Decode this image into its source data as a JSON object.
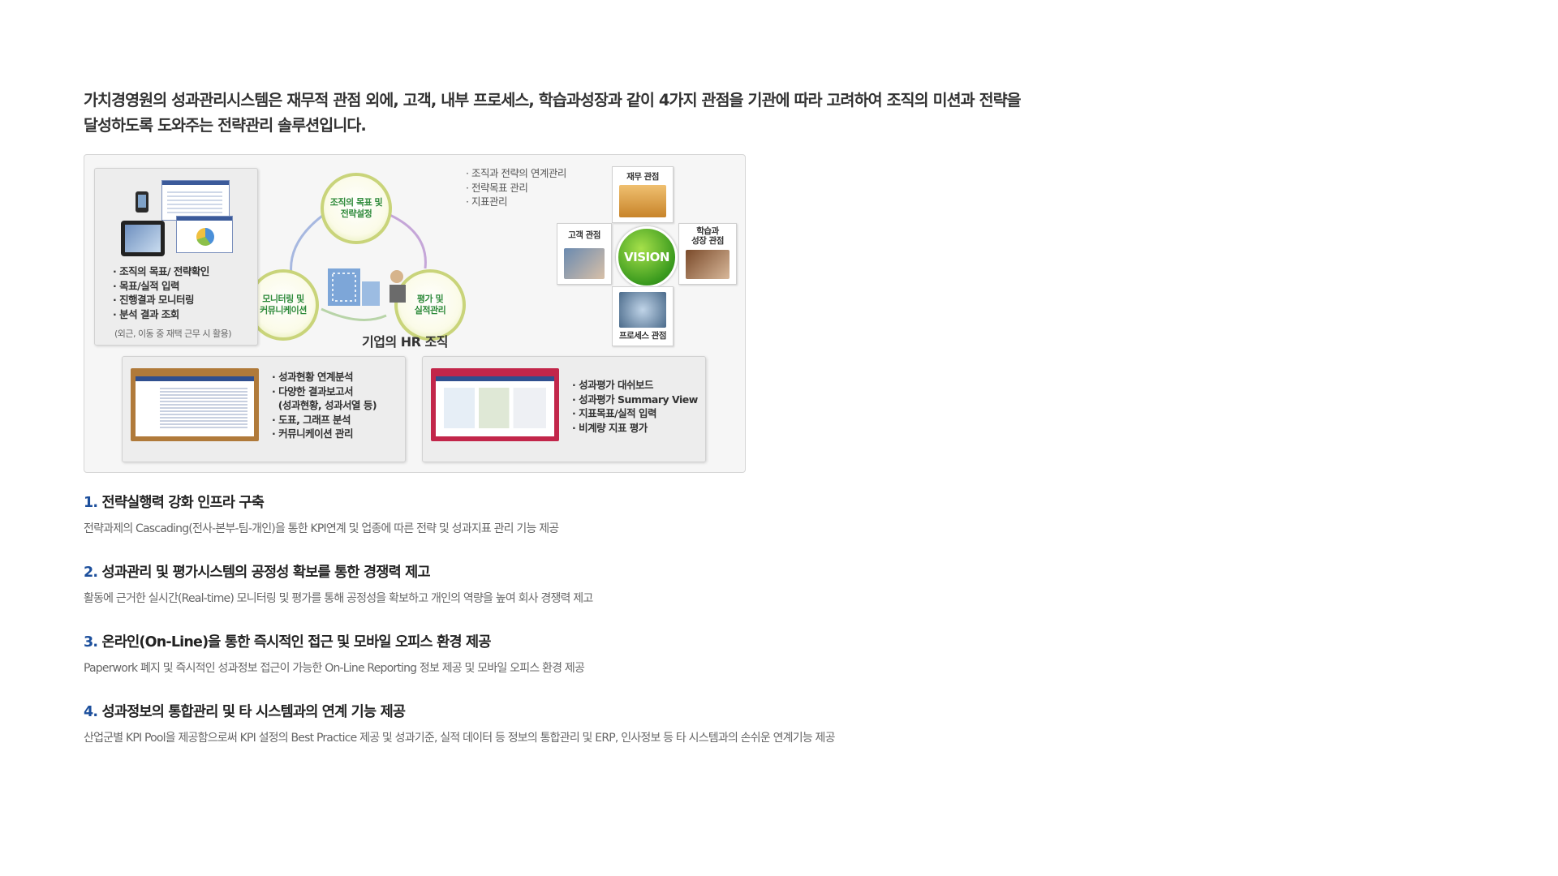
{
  "intro": {
    "line1": "가치경영원의 성과관리시스템은 재무적 관점 외에, 고객, 내부 프로세스, 학습과성장과 같이 4가지 관점을 기관에 따라 고려하여 조직의 미션과 전략을",
    "line2": "달성하도록 도와주는 전략관리 솔루션입니다."
  },
  "diagram": {
    "mobile_card": {
      "bullets": [
        "· 조직의 목표/ 전략확인",
        "· 목표/실적 입력",
        "· 진행결과 모니터링",
        "· 분석 결과 조회"
      ],
      "note": "(외근, 이동 중 재택 근무 시 활용)"
    },
    "cycle": {
      "top": "조직의 목표 및\n전략설정",
      "left": "모니터링 및\n커뮤니케이션",
      "right": "평가 및\n실적관리",
      "center_title": "기업의 HR 조직",
      "side_list": [
        "· 조직과 전략의 연계관리",
        "· 전략목표 관리",
        "· 지표관리"
      ]
    },
    "vision": {
      "label": "VISION",
      "finance": "재무 관점",
      "customer": "고객 관점",
      "learning": "학습과\n성장 관점",
      "process": "프로세스 관점"
    },
    "report_card": {
      "bullets": [
        "· 성과현황 연계분석",
        "· 다양한 결과보고서",
        "  (성과현황, 성과서열 등)",
        "· 도표, 그래프 분석",
        "· 커뮤니케이션 관리"
      ]
    },
    "eval_card": {
      "bullets": [
        "· 성과평가 대쉬보드",
        "· 성과평가 Summary View",
        "· 지표목표/실적 입력",
        "· 비계량 지표 평가"
      ]
    }
  },
  "sections": [
    {
      "num": "1.",
      "title": "전략실행력 강화 인프라 구축",
      "desc": "전략과제의 Cascading(전사-본부-팀-개인)을 통한 KPI연계 및 업종에 따른 전략 및 성과지표 관리 기능 제공"
    },
    {
      "num": "2.",
      "title": "성과관리 및 평가시스템의 공정성 확보를 통한 경쟁력 제고",
      "desc": "활동에 근거한 실시간(Real-time) 모니터링 및 평가를 통해 공정성을 확보하고 개인의 역량을 높여 회사 경쟁력 제고"
    },
    {
      "num": "3.",
      "title": "온라인(On-Line)을 통한 즉시적인 접근 및 모바일 오피스 환경 제공",
      "desc": "Paperwork 폐지 및 즉시적인 성과정보 접근이 가능한 On-Line Reporting 정보 제공 및 모바일 오피스 환경 제공"
    },
    {
      "num": "4.",
      "title": "성과정보의 통합관리 및 타 시스템과의 연계 기능 제공",
      "desc": "산업군별 KPI Pool을 제공함으로써 KPI 설정의 Best Practice 제공 및 성과기준, 실적 데이터 등 정보의 통합관리 및 ERP, 인사정보 등 타 시스템과의 손쉬운 연계기능 제공"
    }
  ],
  "colors": {
    "section_number": "#1c4f9c",
    "cycle_label": "#2e8a3a",
    "vision_green": "#3a9a1e"
  }
}
